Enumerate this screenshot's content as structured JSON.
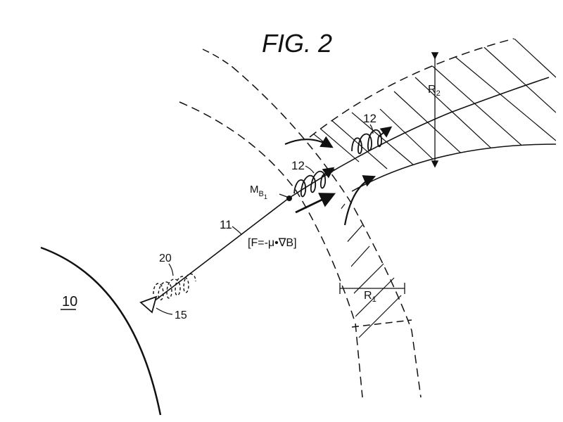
{
  "figure": {
    "title": "FIG. 2",
    "labels": {
      "planet": "10",
      "field_line": "11",
      "particle_upper": "12",
      "particle_lower": "12",
      "emitter": "15",
      "particle_origin": "20",
      "point_main": "M",
      "point_sub": "B",
      "point_subsub": "1",
      "force": "[F=-μ•∇B]",
      "radius_inner_main": "R",
      "radius_inner_sub": "1",
      "radius_outer_main": "R",
      "radius_outer_sub": "2"
    }
  }
}
